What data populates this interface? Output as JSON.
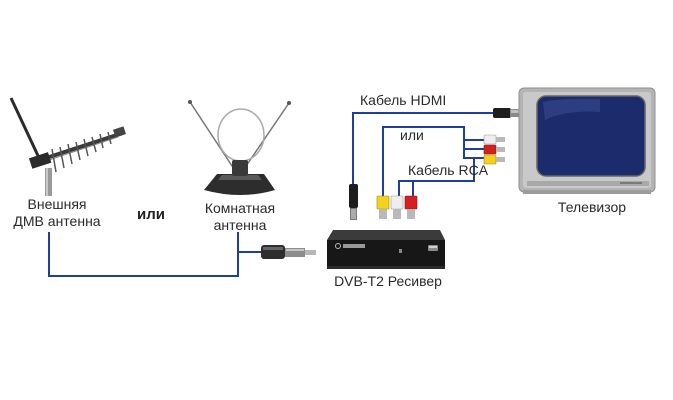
{
  "labels": {
    "outdoor_line1": "Внешняя",
    "outdoor_line2": "ДМВ антенна",
    "or_between_antennas": "или",
    "indoor_line1": "Комнатная",
    "indoor_line2": "антенна",
    "hdmi_cable": "Кабель HDMI",
    "or_between_cables": "или",
    "rca_cable": "Кабель RCA",
    "tv": "Телевизор",
    "receiver": "DVB-T2 Ресивер"
  },
  "colors": {
    "signal_line": "#1f3fa0",
    "background": "#ffffff",
    "rca_yellow": "#f2d21a",
    "rca_white": "#eeeeee",
    "rca_red": "#d42020"
  }
}
